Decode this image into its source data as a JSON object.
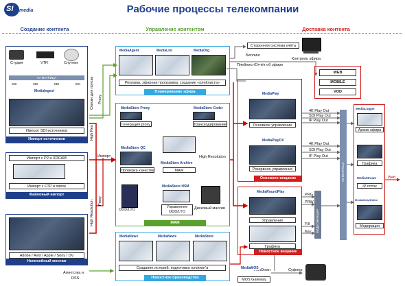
{
  "logo": {
    "brand": "SI",
    "sub": "media"
  },
  "title": "Рабочие процессы телекомпании",
  "sections": {
    "creation": "Создание контента",
    "management": "Управление контентом",
    "delivery": "Доставка контента"
  },
  "ingest": {
    "studio": "Студия",
    "vtr": "VTR",
    "satellite": "Спутник",
    "av_matrix": "AV МАТРИЦА",
    "inputs": [
      "SDI",
      "SDI",
      "SDI",
      "SDI"
    ],
    "product": "MediaIngest",
    "sdi_import": "Импорт SDI источников",
    "bar": "Импорт источников"
  },
  "file_import": {
    "p2": "Импорт с P2 и XDCAM",
    "ftp": "Импорт с FTP и папок",
    "bar": "Файловый импорт"
  },
  "editing": {
    "caption": "Adobe / Avid / Apple / Sony / DV",
    "bar": "Нелинейный монтаж"
  },
  "planning": {
    "products": [
      "MediaAgent",
      "MediaList",
      "MediaOrg"
    ],
    "caption": "Реклама, эфирная программа, создание «плейлиста»",
    "bar": "Планирование эфира"
  },
  "mam": {
    "proxy_product": "MediaStore Proxy",
    "coder_product": "MediaStore Coder",
    "qc_product": "MediaStore QC",
    "archive_product": "MediaStore Archive",
    "hsm_product": "MediaStore HSM",
    "proxy_gen": "Генерация proxy",
    "transcode": "Транскодирование",
    "qc": "Проверка качества",
    "mam": "МАМ",
    "odd": "ODD/LTO",
    "manage_odd": "Управление ODD/LTO",
    "disk": "Дисковый массив",
    "bar": "МАМ"
  },
  "news": {
    "products": [
      "MediaNews",
      "MediaNews",
      "MediaStore"
    ],
    "caption": "Создание историй, подготовка rundown'а",
    "bar": "Новостное производство"
  },
  "playout": {
    "main_product": "MediaPlay",
    "backup_product": "MediaPlayDX",
    "main": "Основное управление",
    "backup": "Резервное управление",
    "outputs_main": [
      "4K Play Out",
      "SDI Play Out",
      "IP Play Out"
    ],
    "outputs_backup": [
      "4K Play Out",
      "SDI Play Out",
      "IP Play Out"
    ],
    "bar": "Основное вещание"
  },
  "news_broadcast": {
    "product": "MediaRoundPlay",
    "control": "Управление",
    "graphics": "Графика",
    "prg": "PRG",
    "prw": "PRW",
    "fill": "Fill",
    "key": "Key",
    "mixer": "ВИДЕОМИКШЕР",
    "bar": "Новостное вещание"
  },
  "delivery": {
    "accounting": "Сторонняя система учёта",
    "billing": "Биллинг",
    "asrun": "Плейлист/Отчёт об эфире",
    "control": "Контроль эфира",
    "targets": [
      "WEB",
      "MOBILE",
      "VOD"
    ],
    "logger_product": "MediaLogger",
    "archive": "Архив эфира",
    "graphics": "Графика",
    "stream_product": "MediaStream",
    "ip_stream": "IP поток",
    "delay_product": "MediaDelayEditor",
    "moderation": "Модерация",
    "av_matrix": "AV МАТРИЦА",
    "web": "Web"
  },
  "links": {
    "lists": "Списки для поиска",
    "proxy": "Proxy",
    "high_res": "High Res",
    "high_resolution": "High Resolution",
    "import": "Импорт",
    "agencies": "Агентства и",
    "rss": "RSS",
    "rundown": "RunDown",
    "mos": "MOS Gateway",
    "mos_product": "MediaMOS",
    "prompter": "Суфлер"
  }
}
